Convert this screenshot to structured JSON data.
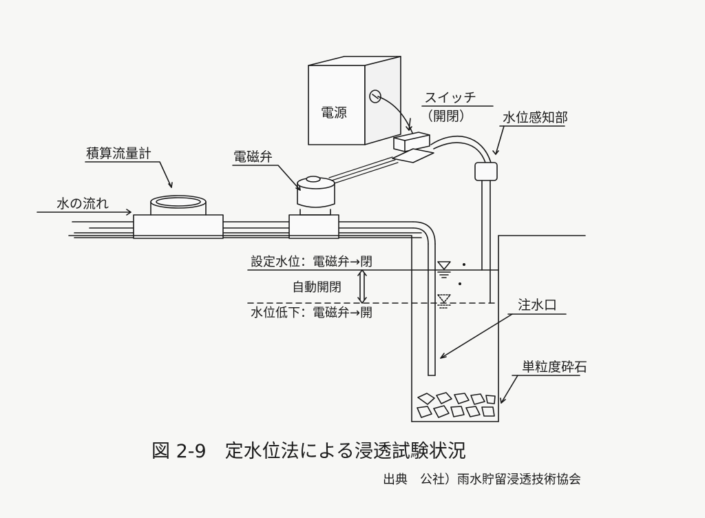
{
  "labels": {
    "power": "電源",
    "switch_name": "スイッチ",
    "switch_state": "（開閉）",
    "level_sensor": "水位感知部",
    "flow_meter": "積算流量計",
    "solenoid_valve": "電磁弁",
    "water_flow": "水の流れ",
    "set_level": "設定水位：電磁弁→閉",
    "auto_open_close": "自動開閉",
    "level_drop": "水位低下：電磁弁→開",
    "inlet": "注水口",
    "gravel": "単粒度砕石"
  },
  "caption": {
    "title": "図 2-9　定水位法による浸透試験状況",
    "source": "出典　公社）雨水貯留浸透技術協会"
  },
  "colors": {
    "line": "#1a1a1a",
    "background": "#f7f7f5"
  }
}
